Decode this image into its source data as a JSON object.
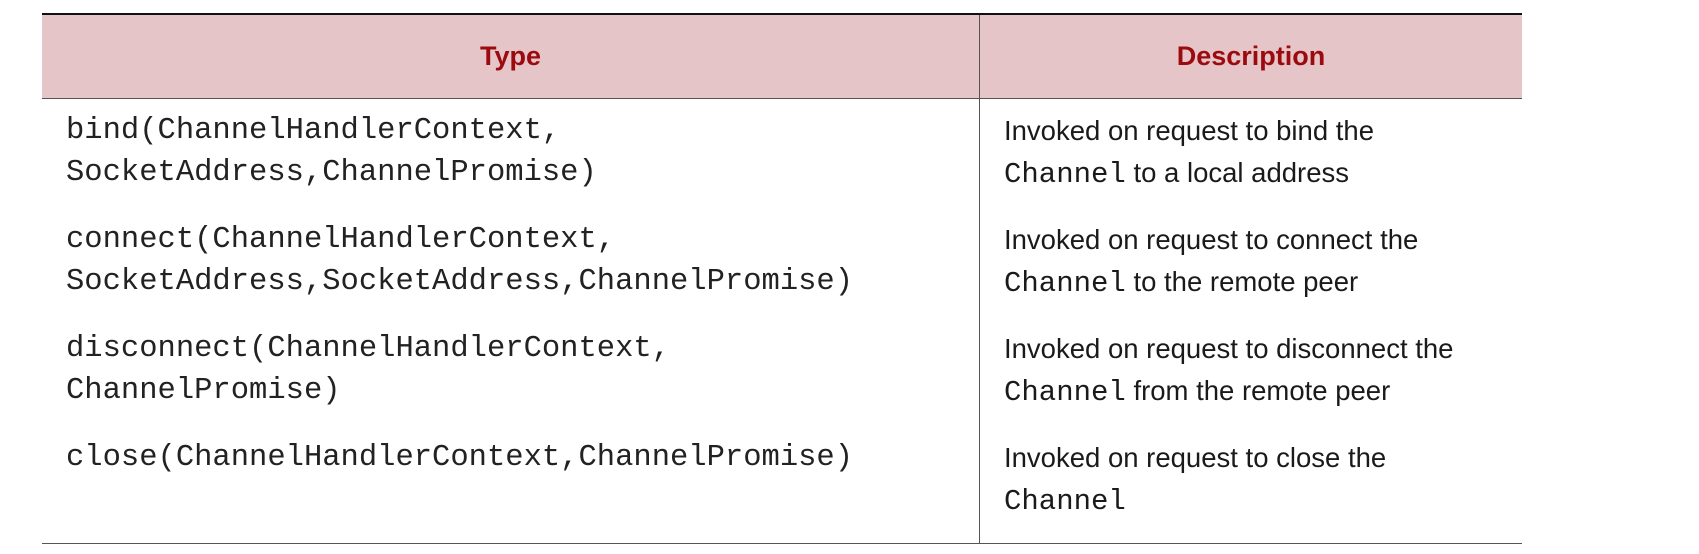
{
  "table": {
    "headers": {
      "type": "Type",
      "description": "Description"
    },
    "rows": [
      {
        "type_lines": [
          "bind(ChannelHandlerContext,",
          "SocketAddress,ChannelPromise)"
        ],
        "desc_line1": "Invoked on request to bind the",
        "desc_code": "Channel",
        "desc_rest": " to a local address"
      },
      {
        "type_lines": [
          "connect(ChannelHandlerContext,",
          "SocketAddress,SocketAddress,ChannelPromise)"
        ],
        "desc_line1": "Invoked on request to connect the",
        "desc_code": "Channel",
        "desc_rest": " to the remote peer"
      },
      {
        "type_lines": [
          "disconnect(ChannelHandlerContext,",
          "ChannelPromise)"
        ],
        "desc_line1": "Invoked on request to disconnect the",
        "desc_code": "Channel",
        "desc_rest": " from the remote peer"
      },
      {
        "type_lines": [
          "close(ChannelHandlerContext,ChannelPromise)"
        ],
        "desc_line1": "Invoked on request to close the",
        "desc_code": "Channel",
        "desc_rest": ""
      }
    ]
  },
  "colors": {
    "header_bg": "#e5c5c7",
    "header_text": "#9b0a0f"
  }
}
